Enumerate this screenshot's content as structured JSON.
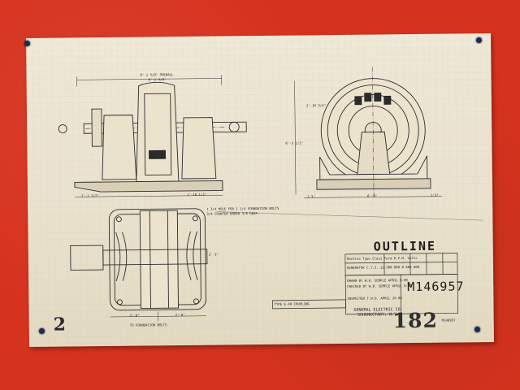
{
  "sheet": {
    "title": "OUTLINE",
    "drawing_number": "M146957",
    "company": "GENERAL ELECTRIC CO.",
    "company_city": "SCHENECTADY, N.Y.",
    "sheet_number_left": "2",
    "sheet_number_right": "182",
    "corner_reference": "M146957"
  },
  "title_block": {
    "headers": [
      "Machine Type",
      "Class",
      "Form",
      "R.P.M.",
      "Volts"
    ],
    "row": [
      "GENERATOR",
      "C.T.S.",
      "12-300-600",
      "B",
      "600",
      "600"
    ],
    "drawn_note": "DRAWN BY W.B. SEMPLE APRIL 8-08",
    "checked_note": "CHECKED BY W.B. SEMPLE APRIL 8-08",
    "inspected_note": "INSPECTED T.M.D. APRIL 10-08"
  },
  "notes": {
    "foundation_bolts": "1 3/4 HOLE FOR 1 1/4 FOUNDATION BOLTS",
    "counterbore": "3/4 COUNTER BORED 3/8 DEEP",
    "coupling": "TYPE E-48 COUPLING",
    "overall": "8'-1 3/8\" OVERALL",
    "foundation_width": "TO FOUNDATION BOLTS"
  },
  "dimensions": {
    "top_overall": "8'-1 3/8\"",
    "base_left": "2'-1 1/2\"",
    "base_right": "1'-10 1/2\"",
    "plan_left": "2'-6\"",
    "plan_right": "2'-6\"",
    "end_width": "6'-6\"",
    "end_left": "1'3\"",
    "end_right": "1'3\"",
    "end_height": "6'-5 1/2\"",
    "end_top": "2'-10 3/4\"",
    "plan_height": "2'-3\""
  }
}
